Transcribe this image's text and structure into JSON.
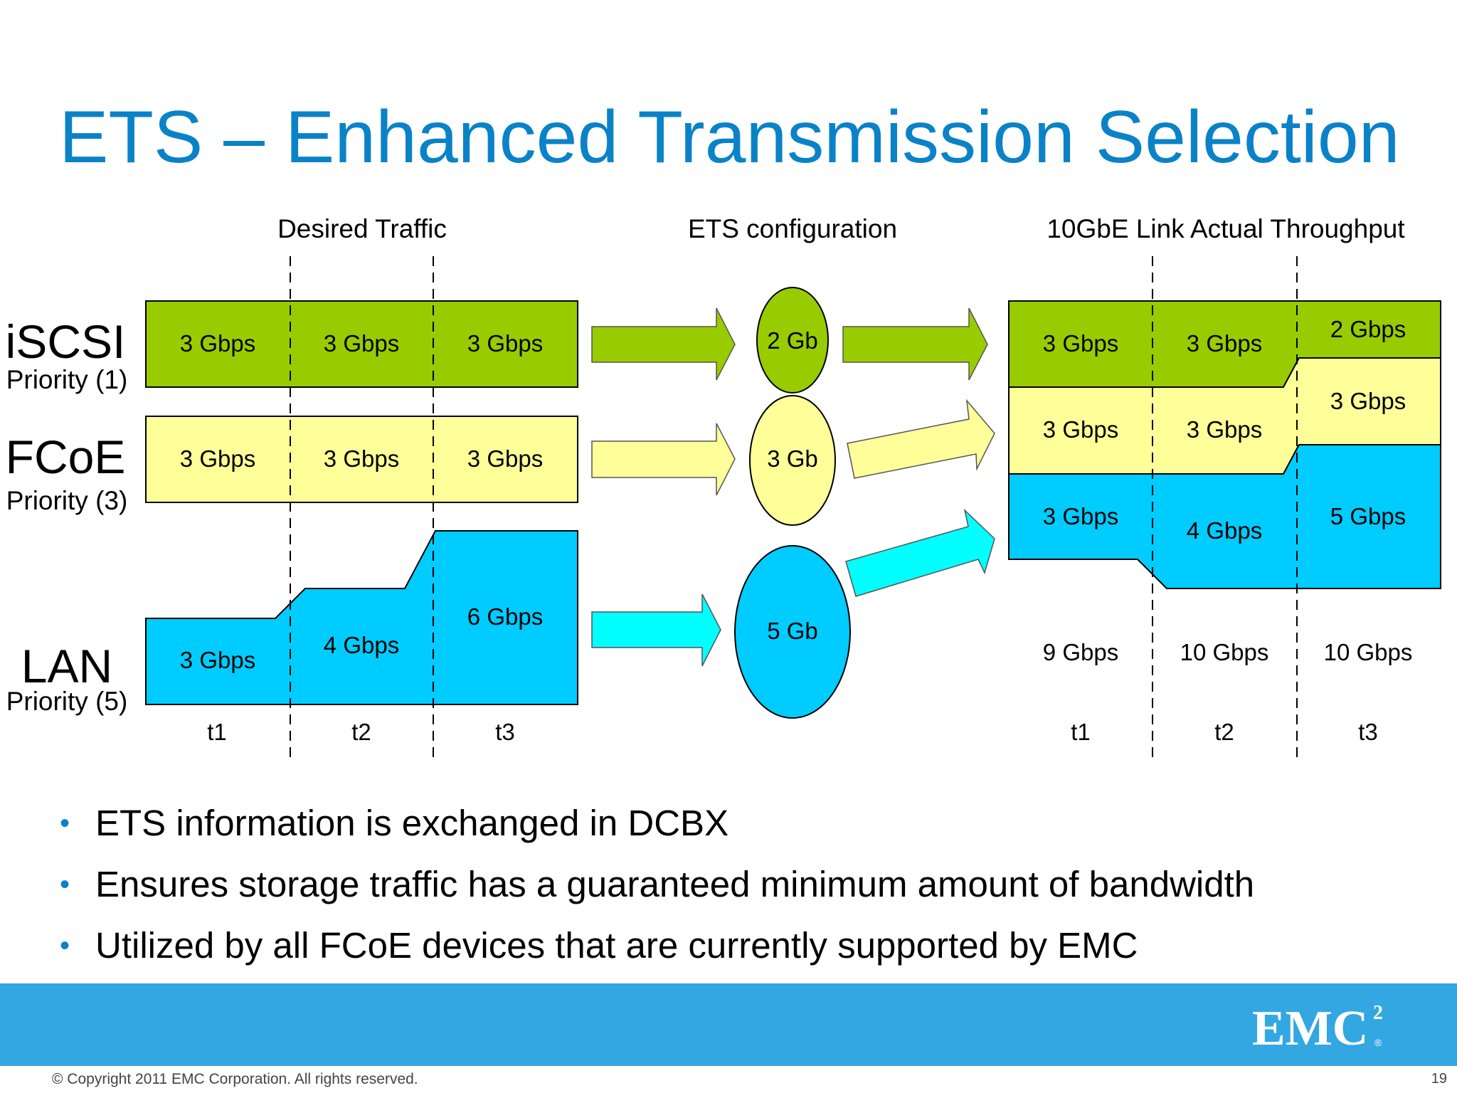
{
  "slide": {
    "title": "ETS – Enhanced Transmission Selection",
    "page_number": "19",
    "copyright": "© Copyright 2011 EMC Corporation. All rights reserved.",
    "logo_text": "EMC",
    "logo_superscript": "2",
    "logo_registered": "®"
  },
  "diagram": {
    "section_titles": {
      "desired": "Desired Traffic",
      "ets": "ETS configuration",
      "actual": "10GbE Link Actual Throughput"
    },
    "classes": [
      {
        "name": "iSCSI",
        "priority": "Priority (1)",
        "color": "#99cc00"
      },
      {
        "name": "FCoE",
        "priority": "Priority (3)",
        "color": "#ffff99"
      },
      {
        "name": "LAN",
        "priority": "Priority (5)",
        "color": "#00ccff"
      }
    ],
    "time_labels": [
      "t1",
      "t2",
      "t3"
    ],
    "desired": {
      "iscsi": [
        "3 Gbps",
        "3 Gbps",
        "3 Gbps"
      ],
      "fcoe": [
        "3 Gbps",
        "3 Gbps",
        "3 Gbps"
      ],
      "lan": [
        "3 Gbps",
        "4 Gbps",
        "6 Gbps"
      ]
    },
    "ets_config": [
      "2 Gb",
      "3 Gb",
      "5 Gb"
    ],
    "actual": {
      "iscsi": [
        "3 Gbps",
        "3 Gbps",
        "2 Gbps"
      ],
      "fcoe": [
        "3 Gbps",
        "3 Gbps",
        "3 Gbps"
      ],
      "lan": [
        "3 Gbps",
        "4 Gbps",
        "5 Gbps"
      ],
      "totals": [
        "9 Gbps",
        "10 Gbps",
        "10 Gbps"
      ]
    }
  },
  "bullets": [
    "ETS information is exchanged in DCBX",
    "Ensures storage traffic has a guaranteed minimum amount of bandwidth",
    "Utilized by all FCoE devices that are currently supported by EMC"
  ],
  "colors": {
    "title_blue": "#0a82c8",
    "footer_blue": "#33a7e1",
    "green": "#99cc00",
    "yellow": "#ffff99",
    "cyan": "#00ccff",
    "arrow_cyan": "#00ffff"
  }
}
